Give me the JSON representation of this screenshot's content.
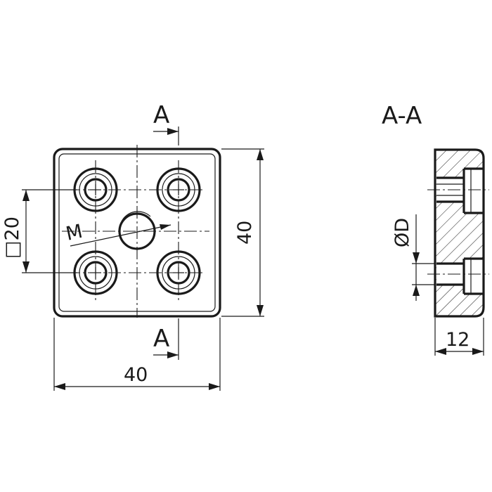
{
  "front_view": {
    "section_marker_top": "A",
    "section_marker_bottom": "A",
    "dim_width": "40",
    "dim_height": "40",
    "dim_hole_square": "□20",
    "thread_label": "M"
  },
  "section_view": {
    "title": "A-A",
    "dim_bore": "ØD",
    "dim_thickness": "12"
  },
  "colors": {
    "line": "#1a1a1a",
    "background": "#ffffff"
  }
}
